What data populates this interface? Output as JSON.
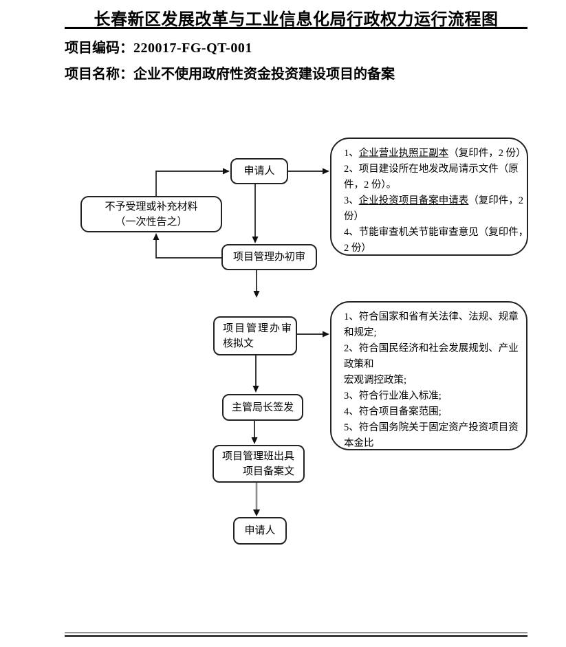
{
  "header": {
    "title": "长春新区发展改革与工业信息化局行政权力运行流程图",
    "code_label": "项目编码：",
    "code_value": "220017-FG-QT-001",
    "name_label": "项目名称：",
    "name_value": "企业不使用政府性资金投资建设项目的备案"
  },
  "flow": {
    "applicant_top": "申请人",
    "reject_line1": "不予受理或补充材料",
    "reject_line2": "（一次性告之）",
    "initial_review": "项目管理办初审",
    "review_draft_line1": "项目管理办审",
    "review_draft_line2": "核拟文",
    "director_sign": "主管局长签发",
    "issue_line1": "项目管理班出具",
    "issue_line2": "项目备案文",
    "applicant_bottom": "申请人",
    "materials": {
      "lines": [
        [
          {
            "t": "1、"
          },
          {
            "t": "企业营业执照正副本",
            "u": true
          },
          {
            "t": "（复印件，2 份）"
          }
        ],
        [
          {
            "t": "2、项目建设所在地发改局请示文件（原"
          }
        ],
        [
          {
            "t": "件，2 份）。"
          }
        ],
        [
          {
            "t": "3、"
          },
          {
            "t": "企业投资项目备案申请表",
            "u": true
          },
          {
            "t": "（复印件，2"
          }
        ],
        [
          {
            "t": "份）"
          }
        ],
        [
          {
            "t": "4、节能审查机关节能审查意见（复印件，"
          }
        ],
        [
          {
            "t": "2 份）"
          }
        ]
      ]
    },
    "criteria": {
      "lines": [
        [
          {
            "t": "1、符合国家和省有关法律、法规、规章"
          }
        ],
        [
          {
            "t": "和规定;"
          }
        ],
        [
          {
            "t": "2、符合国民经济和社会发展规划、产业"
          }
        ],
        [
          {
            "t": "政策和"
          }
        ],
        [
          {
            "t": "宏观调控政策;"
          }
        ],
        [
          {
            "t": "3、符合行业准入标准;"
          }
        ],
        [
          {
            "t": "4、符合项目备案范围;"
          }
        ],
        [
          {
            "t": "5、符合国务院关于固定资产投资项目资"
          }
        ],
        [
          {
            "t": "本金比"
          }
        ]
      ]
    }
  },
  "colors": {
    "line_black": "#1a1a1a",
    "arrow_gray": "#8c8c8c",
    "box_border": "#222222"
  }
}
